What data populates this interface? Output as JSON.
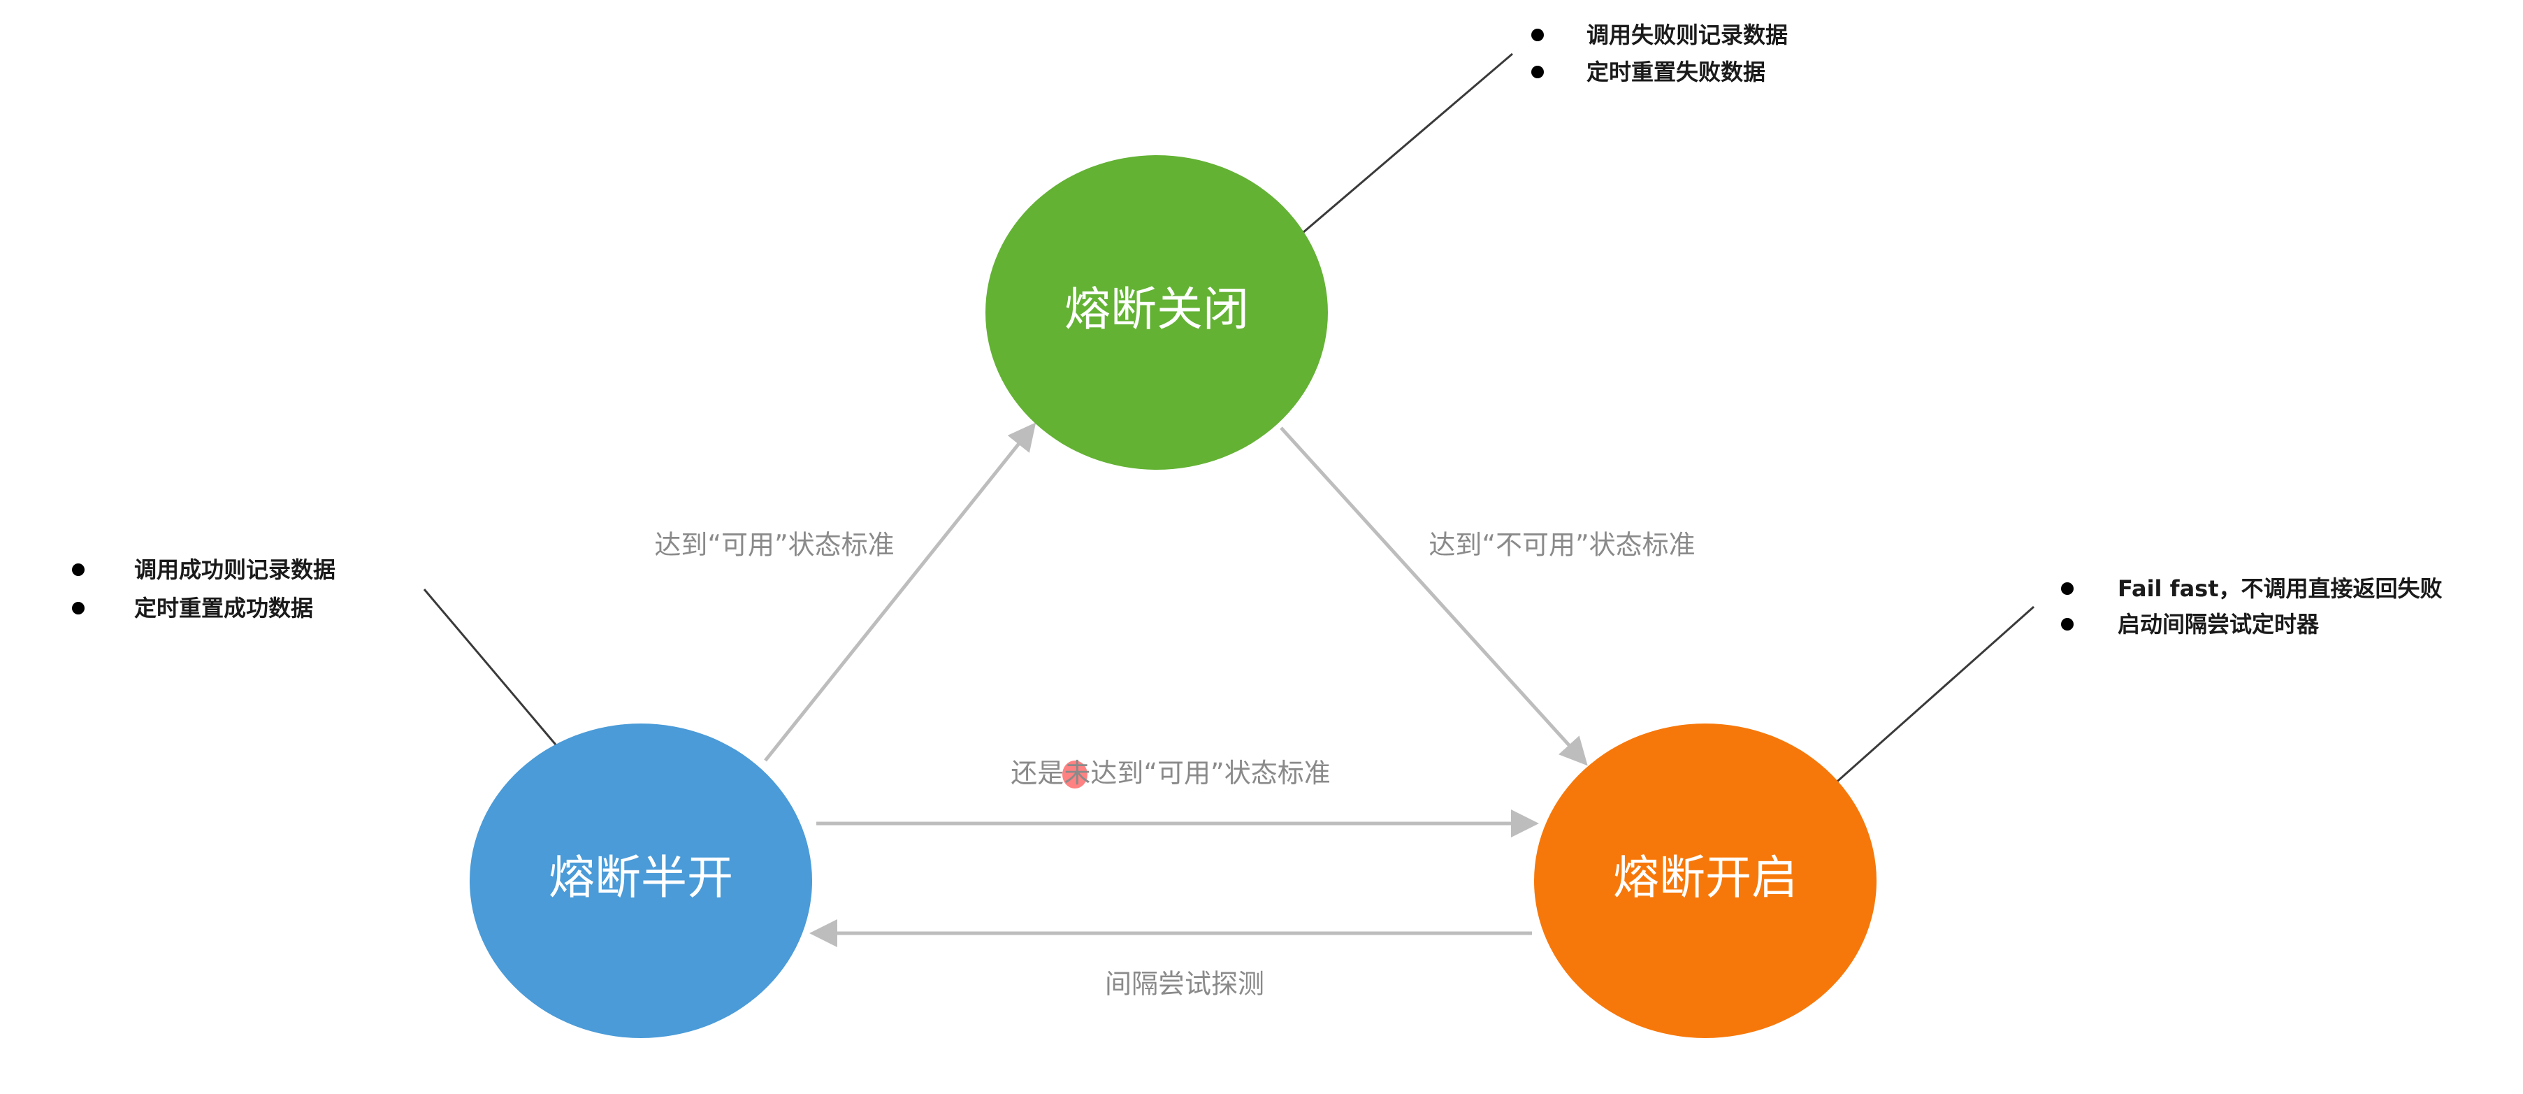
{
  "colors": {
    "closed": "#63b234",
    "half_open": "#4a9bd8",
    "open": "#f7780a",
    "arrow": "#bdbdbd",
    "label": "#8a8a8a",
    "highlight": "#ff1a1a"
  },
  "nodes": {
    "closed": {
      "label": "熔断关闭"
    },
    "half_open": {
      "label": "熔断半开"
    },
    "open": {
      "label": "熔断开启"
    }
  },
  "edges": {
    "half_open_to_closed": {
      "label": "达到“可用”状态标准"
    },
    "closed_to_open": {
      "label": "达到“不可用”状态标准"
    },
    "half_open_to_open": {
      "prefix": "还是",
      "highlight": "未",
      "rest": "达到“可用”状态标准"
    },
    "open_to_half_open": {
      "label": "间隔尝试探测"
    }
  },
  "notes": {
    "closed": [
      "调用失败则记录数据",
      "定时重置失败数据"
    ],
    "half_open": [
      "调用成功则记录数据",
      "定时重置成功数据"
    ],
    "open": [
      "Fail fast，不调用直接返回失败",
      "启动间隔尝试定时器"
    ]
  }
}
